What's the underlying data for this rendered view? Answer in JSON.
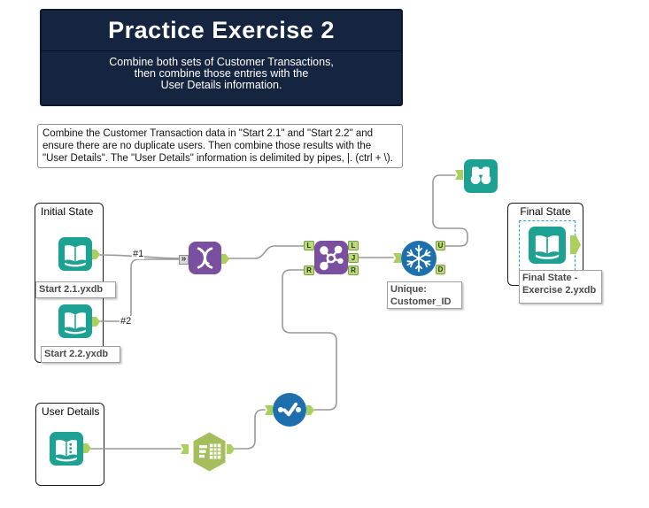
{
  "header": {
    "title": "Practice Exercise 2",
    "subtitle_lines": [
      "Combine both sets of Customer Transactions,",
      "then combine those entries with the",
      "User Details information."
    ]
  },
  "comment": {
    "text": "Combine the Customer Transaction data in \"Start 2.1\" and \"Start 2.2\" and ensure there are no duplicate users. Then combine those results with the \"User Details\". The \"User Details\" information is delimited by pipes, |. (ctrl + \\)."
  },
  "containers": {
    "initial_state": {
      "label": "Initial State"
    },
    "user_details": {
      "label": "User Details"
    },
    "final_state": {
      "label": "Final State"
    }
  },
  "annotations": {
    "start21": "Start 2.1.yxdb",
    "start22": "Start 2.2.yxdb",
    "unique_line1": "Unique:",
    "unique_line2": "Customer_ID",
    "final_line1": "Final State -",
    "final_line2": "Exercise 2.yxdb"
  },
  "connections": {
    "c1_label": "#1",
    "c2_label": "#2",
    "multi_input_marker": "»"
  },
  "anchors": {
    "join_in_left": "L",
    "join_in_right": "R",
    "join_out_left": "L",
    "join_out_join": "J",
    "join_out_right": "R",
    "unique_out_unique": "U",
    "unique_out_dup": "D"
  },
  "colors": {
    "header_bg": "#152540",
    "tool_teal": "#1CA193",
    "tool_purple": "#7A4FA0",
    "tool_blue": "#1E6FAE",
    "tool_olive": "#A4BE5C",
    "anchor_green": "#A9CF5D",
    "selection_blue": "#2E9BFF",
    "wire_gray": "#9A9A9A"
  }
}
